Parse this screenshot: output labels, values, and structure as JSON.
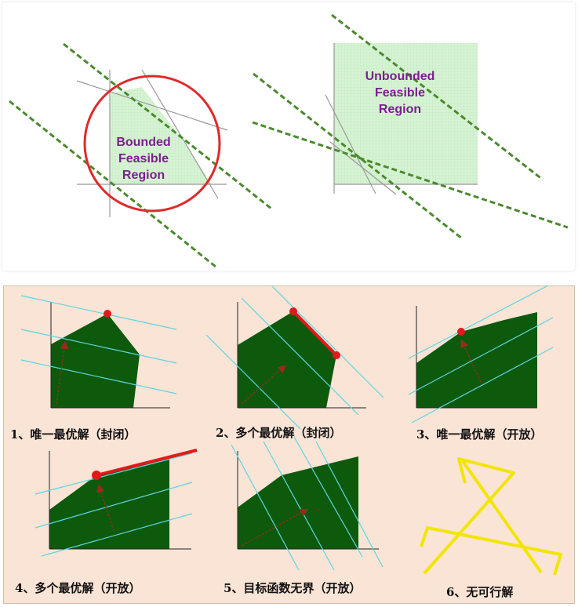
{
  "top": {
    "bounded_label": [
      "Bounded",
      "Feasible",
      "Region"
    ],
    "unbounded_label": [
      "Unbounded",
      "Feasible",
      "Region"
    ]
  },
  "colors": {
    "feasible_fill": "#d6f3d3",
    "circle": "#e02a2a",
    "dashed_line": "#4a8a2e",
    "label": "#7a1f8f",
    "panel_bg": "#f9e4d6",
    "region_fill": "#0d5a0d",
    "objective_line": "#5fd5e0",
    "optimum": "#e01a1a",
    "gradient_arrow": "#9b2a1a",
    "infeasible_mark": "#f2e600"
  },
  "cases": [
    {
      "caption": "1、唯一最优解（封闭）"
    },
    {
      "caption": "2、多个最优解（封闭）"
    },
    {
      "caption": "3、唯一最优解（开放）"
    },
    {
      "caption": "4、多个最优解（开放）"
    },
    {
      "caption": "5、目标函数无界（开放）"
    },
    {
      "caption": "6、无可行解"
    }
  ]
}
